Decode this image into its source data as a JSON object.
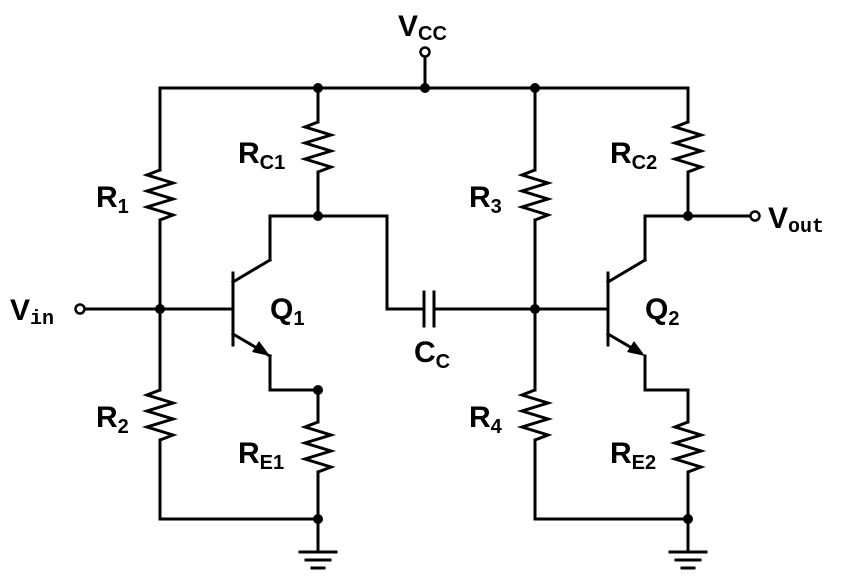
{
  "labels": {
    "vcc": {
      "main": "V",
      "sub": "CC"
    },
    "vin": {
      "main": "V",
      "sub": "in"
    },
    "vout": {
      "main": "V",
      "sub": "out"
    },
    "r1": {
      "main": "R",
      "sub": "1"
    },
    "r2": {
      "main": "R",
      "sub": "2"
    },
    "r3": {
      "main": "R",
      "sub": "3"
    },
    "r4": {
      "main": "R",
      "sub": "4"
    },
    "rc1": {
      "main": "R",
      "sub": "C1"
    },
    "rc2": {
      "main": "R",
      "sub": "C2"
    },
    "re1": {
      "main": "R",
      "sub": "E1"
    },
    "re2": {
      "main": "R",
      "sub": "E2"
    },
    "q1": {
      "main": "Q",
      "sub": "1"
    },
    "q2": {
      "main": "Q",
      "sub": "2"
    },
    "cc": {
      "main": "C",
      "sub": "C"
    }
  }
}
